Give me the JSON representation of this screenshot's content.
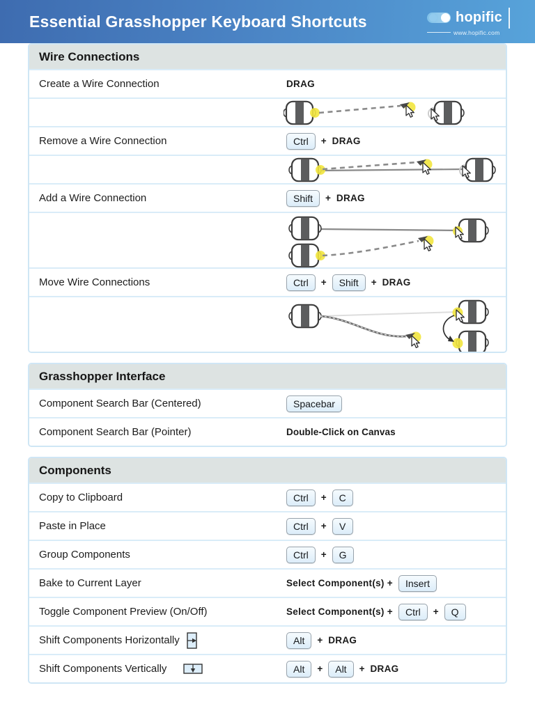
{
  "header": {
    "title": "Essential Grasshopper Keyboard Shortcuts",
    "logo_text": "hopific",
    "logo_url": "www.hopific.com"
  },
  "colors": {
    "header_gradient_left": "#3e6cb0",
    "header_gradient_right": "#57a3da",
    "section_header_bg": "#dde3e2",
    "row_divider": "#d9ecf8",
    "keycap_bg": "#dcedf9",
    "highlight_yellow": "#f2e53e"
  },
  "icons": {
    "logo_toggle": "toggle-pill-icon",
    "illustrations": [
      "drag-create-wire-illustration",
      "drag-remove-wire-illustration",
      "drag-add-wire-illustration",
      "drag-move-wire-illustration"
    ],
    "cursor": "mouse-cursor-icon",
    "shift_horizontal": "shift-horizontal-icon",
    "shift_vertical": "shift-vertical-icon"
  },
  "sections": [
    {
      "title": "Wire Connections",
      "rows": [
        {
          "label": "Create a Wire Connection",
          "parts": [
            {
              "t": "text",
              "v": "DRAG"
            }
          ]
        },
        {
          "label": "Remove a Wire Connection",
          "parts": [
            {
              "t": "key",
              "v": "Ctrl"
            },
            {
              "t": "plus",
              "v": "+"
            },
            {
              "t": "text",
              "v": "DRAG"
            }
          ]
        },
        {
          "label": "Add a Wire Connection",
          "parts": [
            {
              "t": "key",
              "v": "Shift"
            },
            {
              "t": "plus",
              "v": "+"
            },
            {
              "t": "text",
              "v": "DRAG"
            }
          ]
        },
        {
          "label": "Move Wire Connections",
          "parts": [
            {
              "t": "key",
              "v": "Ctrl"
            },
            {
              "t": "plus",
              "v": "+"
            },
            {
              "t": "key",
              "v": "Shift"
            },
            {
              "t": "plus",
              "v": "+"
            },
            {
              "t": "text",
              "v": "DRAG"
            }
          ]
        }
      ]
    },
    {
      "title": "Grasshopper Interface",
      "rows": [
        {
          "label": "Component Search Bar (Centered)",
          "parts": [
            {
              "t": "key",
              "v": "Spacebar"
            }
          ]
        },
        {
          "label": "Component Search Bar (Pointer)",
          "parts": [
            {
              "t": "text",
              "v": "Double-Click on Canvas"
            }
          ]
        }
      ]
    },
    {
      "title": "Components",
      "rows": [
        {
          "label": "Copy to Clipboard",
          "parts": [
            {
              "t": "key",
              "v": "Ctrl"
            },
            {
              "t": "plus",
              "v": "+"
            },
            {
              "t": "key",
              "v": "C"
            }
          ]
        },
        {
          "label": "Paste in Place",
          "parts": [
            {
              "t": "key",
              "v": "Ctrl"
            },
            {
              "t": "plus",
              "v": "+"
            },
            {
              "t": "key",
              "v": "V"
            }
          ]
        },
        {
          "label": "Group Components",
          "parts": [
            {
              "t": "key",
              "v": "Ctrl"
            },
            {
              "t": "plus",
              "v": "+"
            },
            {
              "t": "key",
              "v": "G"
            }
          ]
        },
        {
          "label": "Bake to Current Layer",
          "parts": [
            {
              "t": "text",
              "v": "Select Component(s) +"
            },
            {
              "t": "key",
              "v": "Insert"
            }
          ]
        },
        {
          "label": "Toggle Component Preview (On/Off)",
          "parts": [
            {
              "t": "text",
              "v": "Select Component(s) +"
            },
            {
              "t": "key",
              "v": "Ctrl"
            },
            {
              "t": "plus",
              "v": "+"
            },
            {
              "t": "key",
              "v": "Q"
            }
          ]
        },
        {
          "label": "Shift Components Horizontally",
          "parts": [
            {
              "t": "key",
              "v": "Alt"
            },
            {
              "t": "plus",
              "v": "+"
            },
            {
              "t": "text",
              "v": "DRAG"
            }
          ]
        },
        {
          "label": "Shift Components Vertically",
          "parts": [
            {
              "t": "key",
              "v": "Alt"
            },
            {
              "t": "plus",
              "v": "+"
            },
            {
              "t": "key",
              "v": "Alt"
            },
            {
              "t": "plus",
              "v": "+"
            },
            {
              "t": "text",
              "v": "DRAG"
            }
          ]
        }
      ]
    }
  ]
}
